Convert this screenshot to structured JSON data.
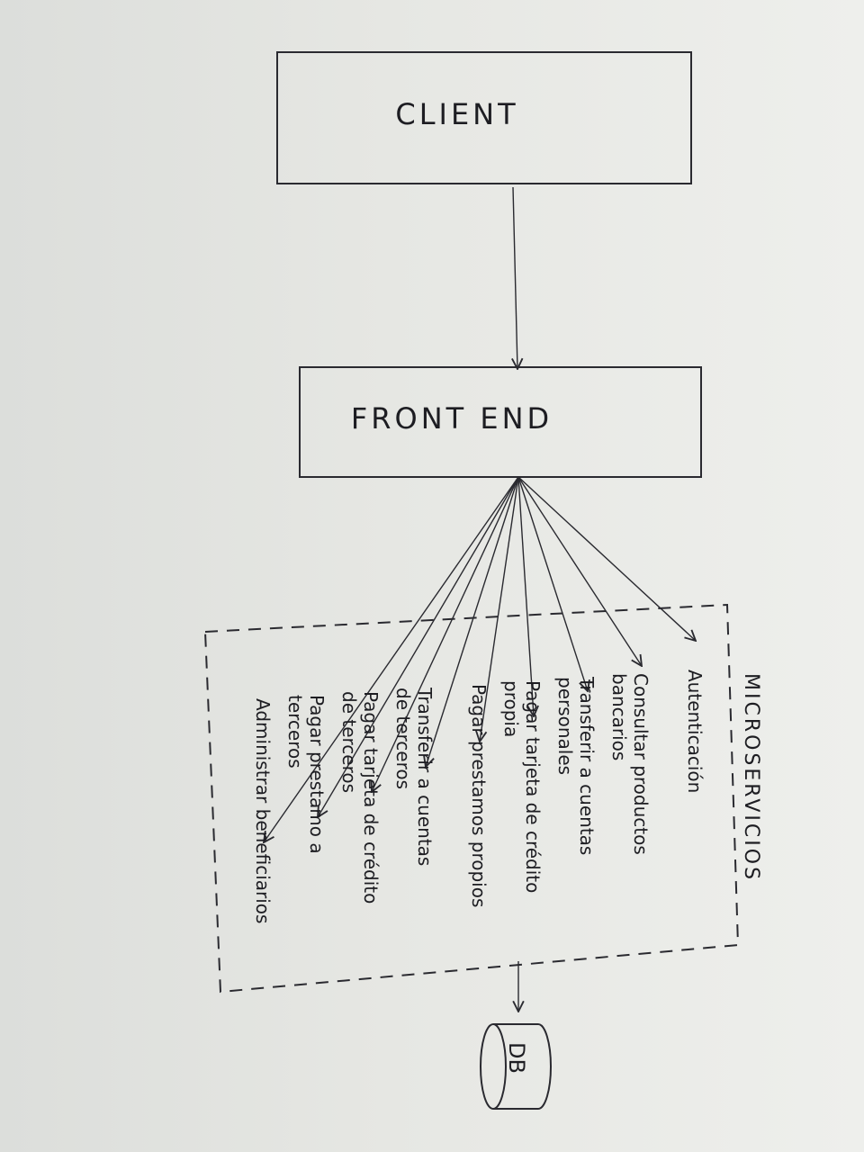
{
  "nodes": {
    "client": {
      "label": "CLIENT"
    },
    "frontend": {
      "label": "FRONT END"
    },
    "db": {
      "label": "DB"
    }
  },
  "group": {
    "title": "MICROSERVICIOS",
    "items": [
      {
        "lines": [
          "Autenticación"
        ]
      },
      {
        "lines": [
          "Consultar productos",
          "bancarios"
        ]
      },
      {
        "lines": [
          "Transferir a cuentas",
          "personales"
        ]
      },
      {
        "lines": [
          "Pagar tarjeta de crédito",
          "propia"
        ]
      },
      {
        "lines": [
          "Pagar prestamos propios"
        ]
      },
      {
        "lines": [
          "Transferir a cuentas",
          "de terceros"
        ]
      },
      {
        "lines": [
          "Pagar tarjeta de crédito",
          "de terceros"
        ]
      },
      {
        "lines": [
          "Pagar prestamo a",
          "terceros"
        ]
      },
      {
        "lines": [
          "Administrar beneficiarios"
        ]
      }
    ]
  }
}
